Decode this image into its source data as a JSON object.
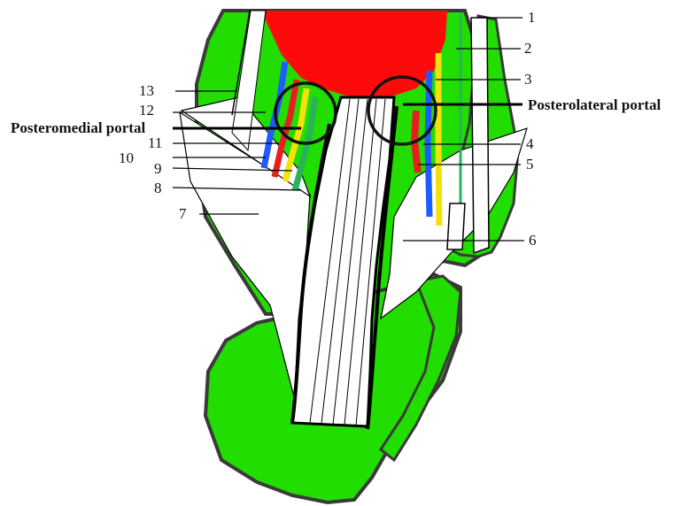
{
  "colors": {
    "bone": "#22dd00",
    "bone_outline": "#3a3a3a",
    "muscle": "#ff0a0a",
    "vein": "#1e5cff",
    "artery": "#e62020",
    "nerve": "#f2e20a",
    "accent_green": "#29b35a",
    "tendon": "#ffffff",
    "line": "#000000"
  },
  "labels": {
    "n1": "1",
    "n2": "2",
    "n3": "3",
    "n4": "4",
    "n5": "5",
    "n6": "6",
    "n7": "7",
    "n8": "8",
    "n9": "9",
    "n10": "10",
    "n11": "11",
    "n12": "12",
    "n13": "13",
    "posterolateral": "Posterolateral portal",
    "posteromedial": "Posteromedial portal"
  }
}
